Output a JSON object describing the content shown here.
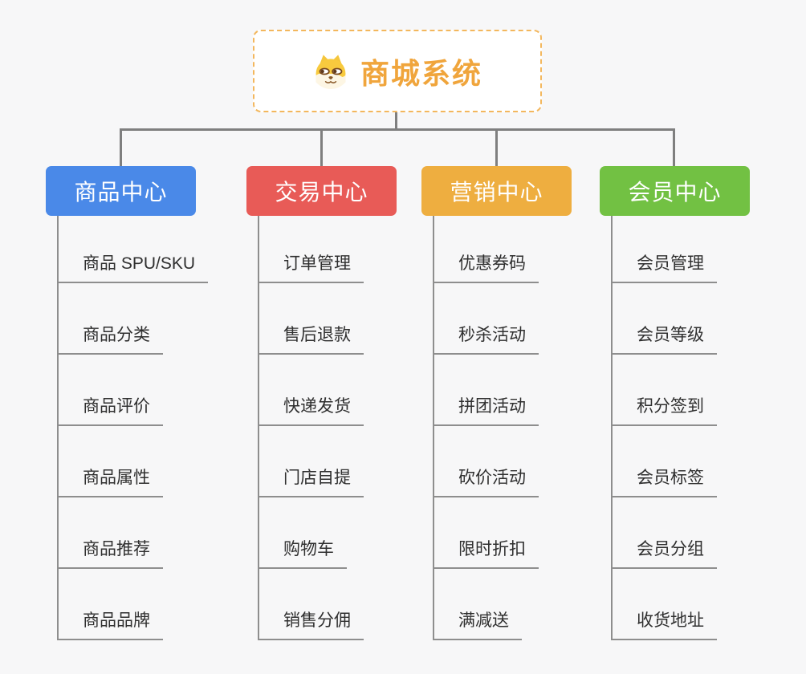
{
  "page": {
    "background_color": "#f7f7f8"
  },
  "connectors": {
    "trunk_color": "#7f7f7f",
    "item_line_color": "#8e8e8e"
  },
  "root": {
    "title": "商城系统",
    "title_color": "#f0a53c",
    "border_color": "#f3b75d",
    "icon": "shiba-dog-icon"
  },
  "branches": [
    {
      "label": "商品中心",
      "color": "#4a89e8",
      "items": [
        "商品 SPU/SKU",
        "商品分类",
        "商品评价",
        "商品属性",
        "商品推荐",
        "商品品牌"
      ]
    },
    {
      "label": "交易中心",
      "color": "#e85b57",
      "items": [
        "订单管理",
        "售后退款",
        "快递发货",
        "门店自提",
        "购物车",
        "销售分佣"
      ]
    },
    {
      "label": "营销中心",
      "color": "#eeae40",
      "items": [
        "优惠券码",
        "秒杀活动",
        "拼团活动",
        "砍价活动",
        "限时折扣",
        "满减送"
      ]
    },
    {
      "label": "会员中心",
      "color": "#72c143",
      "items": [
        "会员管理",
        "会员等级",
        "积分签到",
        "会员标签",
        "会员分组",
        "收货地址"
      ]
    }
  ]
}
